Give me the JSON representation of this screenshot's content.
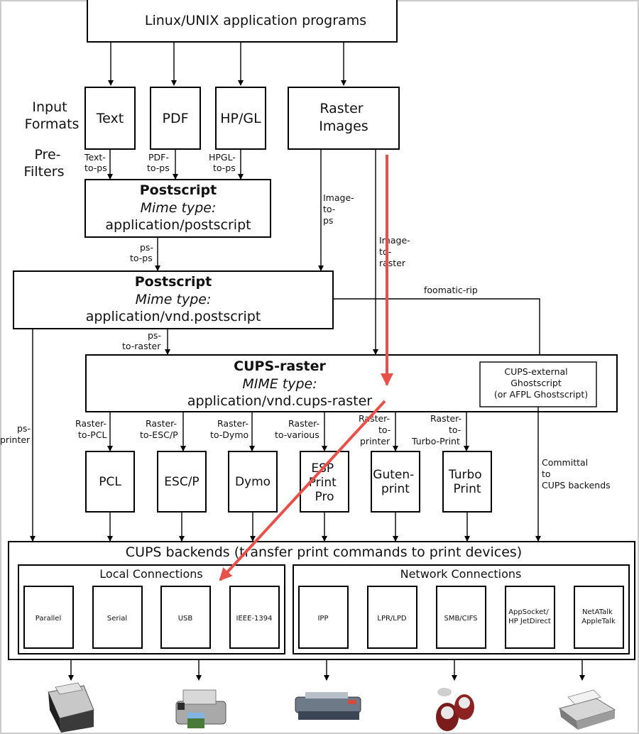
{
  "apps": "Linux/UNIX application programs",
  "input_formats_label": [
    "Input",
    "Formats"
  ],
  "prefilters_label": [
    "Pre-",
    "Filters"
  ],
  "formats": {
    "text": "Text",
    "pdf": "PDF",
    "hpgl": "HP/GL",
    "raster": [
      "Raster",
      "Images"
    ]
  },
  "filters": {
    "text_to_ps": [
      "Text-",
      "to-ps"
    ],
    "pdf_to_ps": [
      "PDF-",
      "to-ps"
    ],
    "hpgl_to_ps": [
      "HPGL-",
      "to-ps"
    ],
    "image_to_ps": [
      "Image-",
      "to-",
      "ps"
    ],
    "image_to_raster": [
      "Image-",
      "to-",
      "raster"
    ],
    "ps_to_ps": [
      "ps-",
      "to-ps"
    ],
    "ps_to_raster": [
      "ps-",
      "to-raster"
    ],
    "foomatic": "foomatic-rip",
    "ps_printer": [
      "ps-",
      "printer"
    ],
    "committal": [
      "Committal",
      "to",
      "CUPS backends"
    ]
  },
  "postscript1": {
    "title": "Postscript",
    "mime": "Mime type:",
    "type": "application/postscript"
  },
  "postscript2": {
    "title": "Postscript",
    "mime": "Mime type:",
    "type": "application/vnd.postscript"
  },
  "cups_raster": {
    "title": "CUPS-raster",
    "mime": "MIME type:",
    "type": "application/vnd.cups-raster"
  },
  "ghostscript": [
    "CUPS-external",
    "Ghostscript",
    "(or AFPL Ghostscript)"
  ],
  "raster_filters": [
    [
      "Raster-",
      "to-PCL"
    ],
    [
      "Raster-",
      "to-ESC/P"
    ],
    [
      "Raster-",
      "to-Dymo"
    ],
    [
      "Raster-",
      "to-various"
    ],
    [
      "Raster-",
      "to-",
      "printer"
    ],
    [
      "Raster-",
      "to-",
      "Turbo-Print"
    ]
  ],
  "drivers": [
    [
      "PCL"
    ],
    [
      "ESC/P"
    ],
    [
      "Dymo"
    ],
    [
      "ESP",
      "Print",
      "Pro"
    ],
    [
      "Guten-",
      "print"
    ],
    [
      "Turbo",
      "Print"
    ]
  ],
  "backends": {
    "title": "CUPS backends (transfer print commands to print devices)",
    "local_title": "Local Connections",
    "network_title": "Network Connections",
    "local": [
      [
        "Parallel"
      ],
      [
        "Serial"
      ],
      [
        "USB"
      ],
      [
        "IEEE-1394"
      ]
    ],
    "network": [
      [
        "IPP"
      ],
      [
        "LPR/LPD"
      ],
      [
        "SMB/CIFS"
      ],
      [
        "AppSocket/",
        "HP JetDirect"
      ],
      [
        "NetATalk",
        "AppleTalk"
      ]
    ]
  },
  "devices": [
    "laser-printer",
    "photo-printer",
    "wide-format-printer",
    "label-printer",
    "dot-matrix-printer"
  ],
  "colors": {
    "highlight": "#e8514a",
    "stroke": "#000000",
    "frame": "#cccccc"
  }
}
